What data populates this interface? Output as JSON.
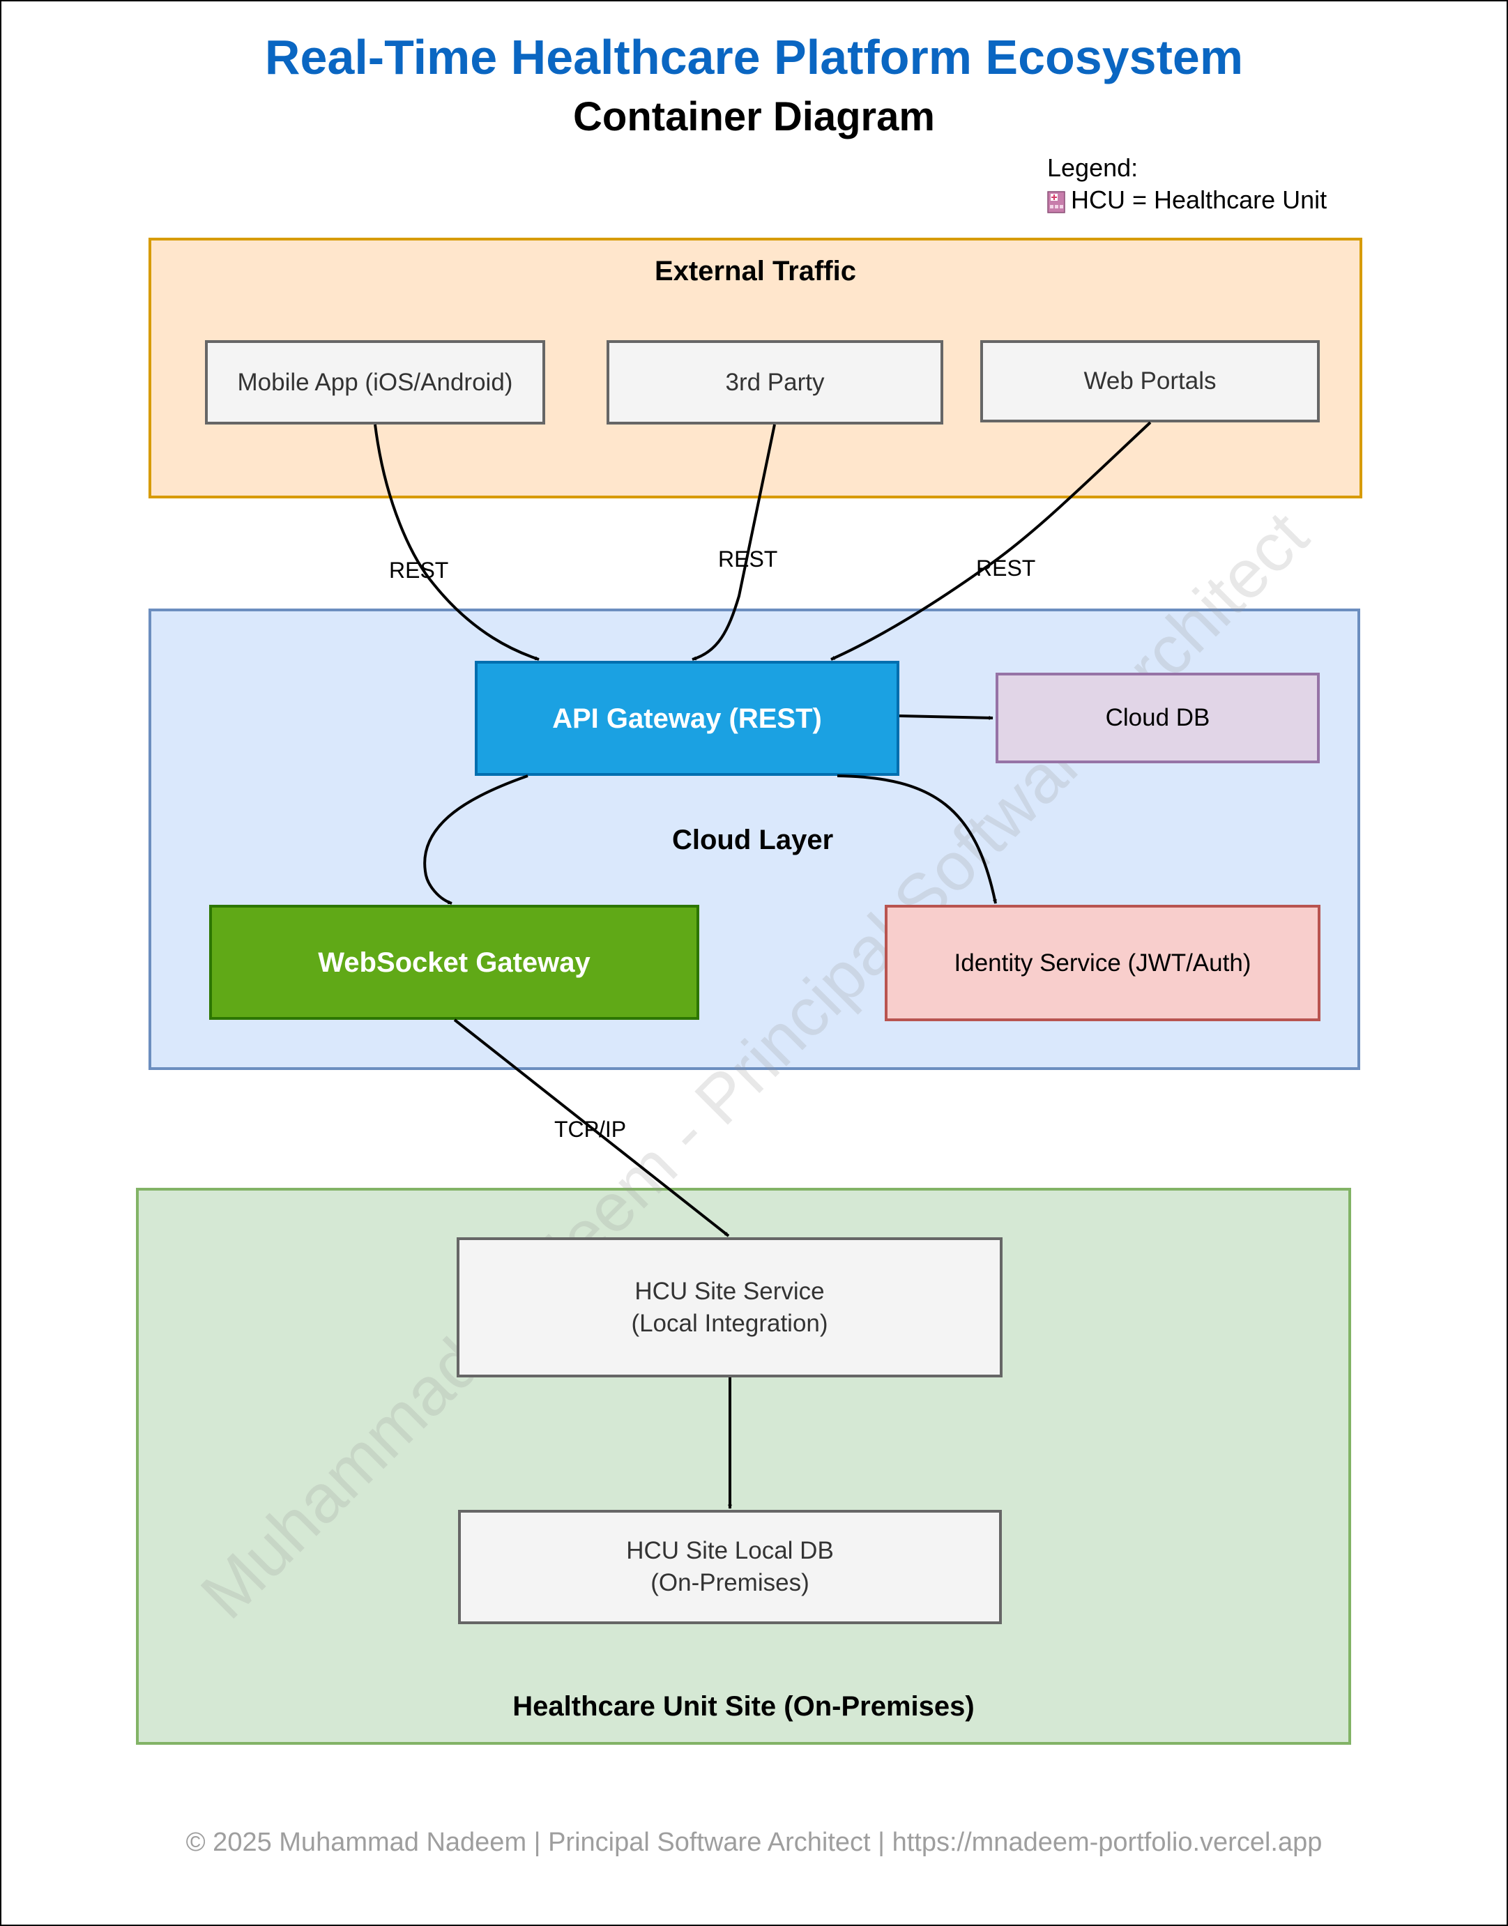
{
  "title": "Real-Time Healthcare Platform Ecosystem",
  "subtitle": "Container Diagram",
  "legend": {
    "heading": "Legend:",
    "entry": "HCU = Healthcare Unit",
    "icon": "hospital-icon"
  },
  "groups": {
    "external": "External Traffic",
    "cloud": "Cloud Layer",
    "site": "Healthcare Unit Site (On-Premises)"
  },
  "nodes": {
    "mobile_app": "Mobile App (iOS/Android)",
    "third_party": "3rd Party",
    "web_portals": "Web Portals",
    "api_gateway": "API Gateway (REST)",
    "cloud_db": "Cloud DB",
    "websocket_gateway": "WebSocket Gateway",
    "identity_service": "Identity Service (JWT/Auth)",
    "hcu_site_service": "HCU Site Service\n(Local Integration)",
    "hcu_site_db": "HCU Site Local DB\n(On-Premises)"
  },
  "edges": [
    {
      "from": "mobile_app",
      "to": "api_gateway",
      "label": "REST"
    },
    {
      "from": "third_party",
      "to": "api_gateway",
      "label": "REST"
    },
    {
      "from": "web_portals",
      "to": "api_gateway",
      "label": "REST"
    },
    {
      "from": "api_gateway",
      "to": "cloud_db",
      "label": ""
    },
    {
      "from": "api_gateway",
      "to": "websocket_gateway",
      "label": ""
    },
    {
      "from": "api_gateway",
      "to": "identity_service",
      "label": ""
    },
    {
      "from": "websocket_gateway",
      "to": "hcu_site_service",
      "label": "TCP/IP"
    },
    {
      "from": "hcu_site_service",
      "to": "hcu_site_db",
      "label": ""
    }
  ],
  "watermark": "Muhammad Nadeem - Principal Software Architect",
  "footer": "© 2025 Muhammad Nadeem | Principal Software Architect | https://mnadeem-portfolio.vercel.app"
}
